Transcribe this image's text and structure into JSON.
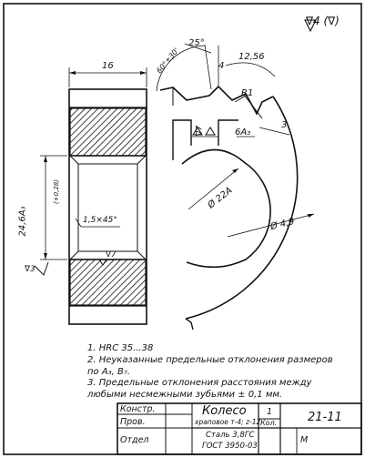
{
  "roughness": {
    "general": "∇4 (∇)",
    "faces": "∇7",
    "bore": "∇7",
    "outer": "∇3"
  },
  "dimensions": {
    "width": "16",
    "angle_tooth": "60°±30'",
    "angle_25": "25°",
    "tooth_4": "4",
    "tooth_pitch": "12,56",
    "radius_r1": "R1",
    "width_6a3": "6A₃",
    "width_3": "3",
    "bore_dia": "Ø 22A",
    "outer_dia": "Ø 4,9",
    "side_dim": "24,6A₃",
    "side_tol": "(+0,28)",
    "chamfer": "1,5×45°"
  },
  "notes": [
    "1. HRC 35...38",
    "2. Неуказанные предельные отклонения размеров",
    "    по A₃, B₇.",
    "3. Предельные отклонения расстояния между",
    "    любыми несмежными зубьями ± 0,1 мм."
  ],
  "title_block": {
    "konstr": "Констр.",
    "prov": "Пров.",
    "otdel": "Отдел",
    "name": "Колесо",
    "subtitle": "храповое т-4; z-12",
    "material_1": "Сталь 3,8ГС",
    "material_2": "ГОСТ 3950-03",
    "qty_value": "1",
    "qty_label": "Кол.",
    "code": "21-11",
    "scale": "М"
  }
}
